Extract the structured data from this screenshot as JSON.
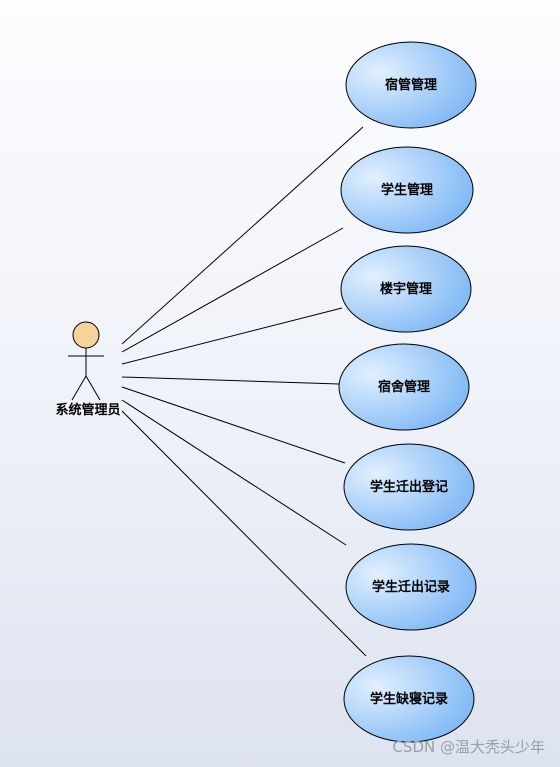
{
  "actor": {
    "name": "系统管理员"
  },
  "use_cases": [
    {
      "label": "宿管管理"
    },
    {
      "label": "学生管理"
    },
    {
      "label": "楼宇管理"
    },
    {
      "label": "宿舍管理"
    },
    {
      "label": "学生迁出登记"
    },
    {
      "label": "学生迁出记录"
    },
    {
      "label": "学生缺寝记录"
    }
  ],
  "watermark": "CSDN @温大秃头少年",
  "colors": {
    "usecase_fill_light": "#d7ebff",
    "usecase_fill_dark": "#7fbaf6",
    "usecase_stroke": "#000000",
    "actor_head_fill": "#f8d29b",
    "line": "#000000"
  }
}
